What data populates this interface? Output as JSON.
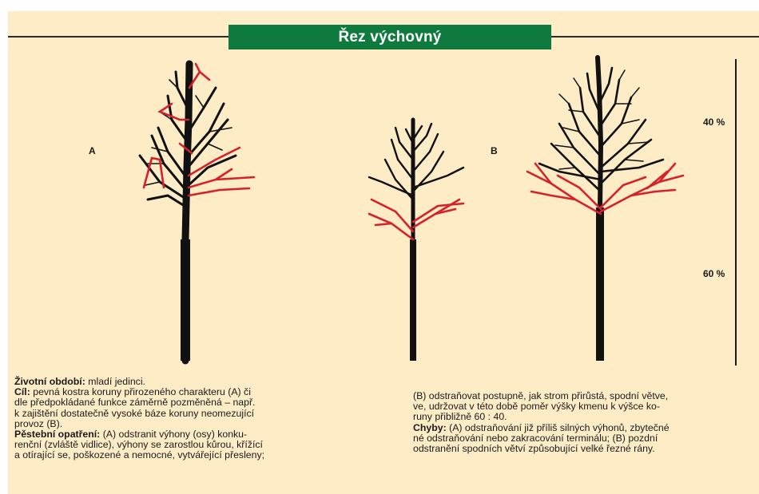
{
  "header": {
    "title": "Řez výchovný"
  },
  "labels": {
    "a": "A",
    "b": "B",
    "pct_40": "40 %",
    "pct_60": "60 %"
  },
  "colors": {
    "banner": "#0e7a3e",
    "cut_branch": "#d6202a",
    "kept_branch": "#111111",
    "page": "#fdecc6"
  },
  "left_column": {
    "p1_label": "Životní období:",
    "p1_text": " mladí jedinci.",
    "p2_label": "Cíl:",
    "p2_line1": " pevná kostra koruny přirozeného charakteru (A) či",
    "p2_line2": "dle předpokládané funkce záměrně pozměněná – např.",
    "p2_line3": "k zajištění dostatečně vysoké báze koruny neomezující",
    "p2_line4": "provoz (B).",
    "p3_label": "Pěstební opatření:",
    "p3_line1": " (A) odstranit  výhony (osy) konku-",
    "p3_line2": "renční (zvláště vidlice), výhony se zarostlou kůrou, křížící",
    "p3_line3": "a otírající se, poškozené a nemocné, vytvářející přesleny;"
  },
  "right_column": {
    "line1": "(B) odstraňovat postupně, jak strom přirůstá, spodní větve,",
    "line2": "ve, udržovat v této době poměr výšky kmenu k výšce ko-",
    "line3": "runy přibližně 60 : 40.",
    "p2_label": "Chyby:",
    "p2_line1": " (A) odstraňování již příliš silných výhonů, zbytečné",
    "p2_line2": "né odstraňování nebo zakracování terminálu; (B) pozdní",
    "p2_line3": "odstranění spodních větví způsobující velké řezné rány."
  }
}
